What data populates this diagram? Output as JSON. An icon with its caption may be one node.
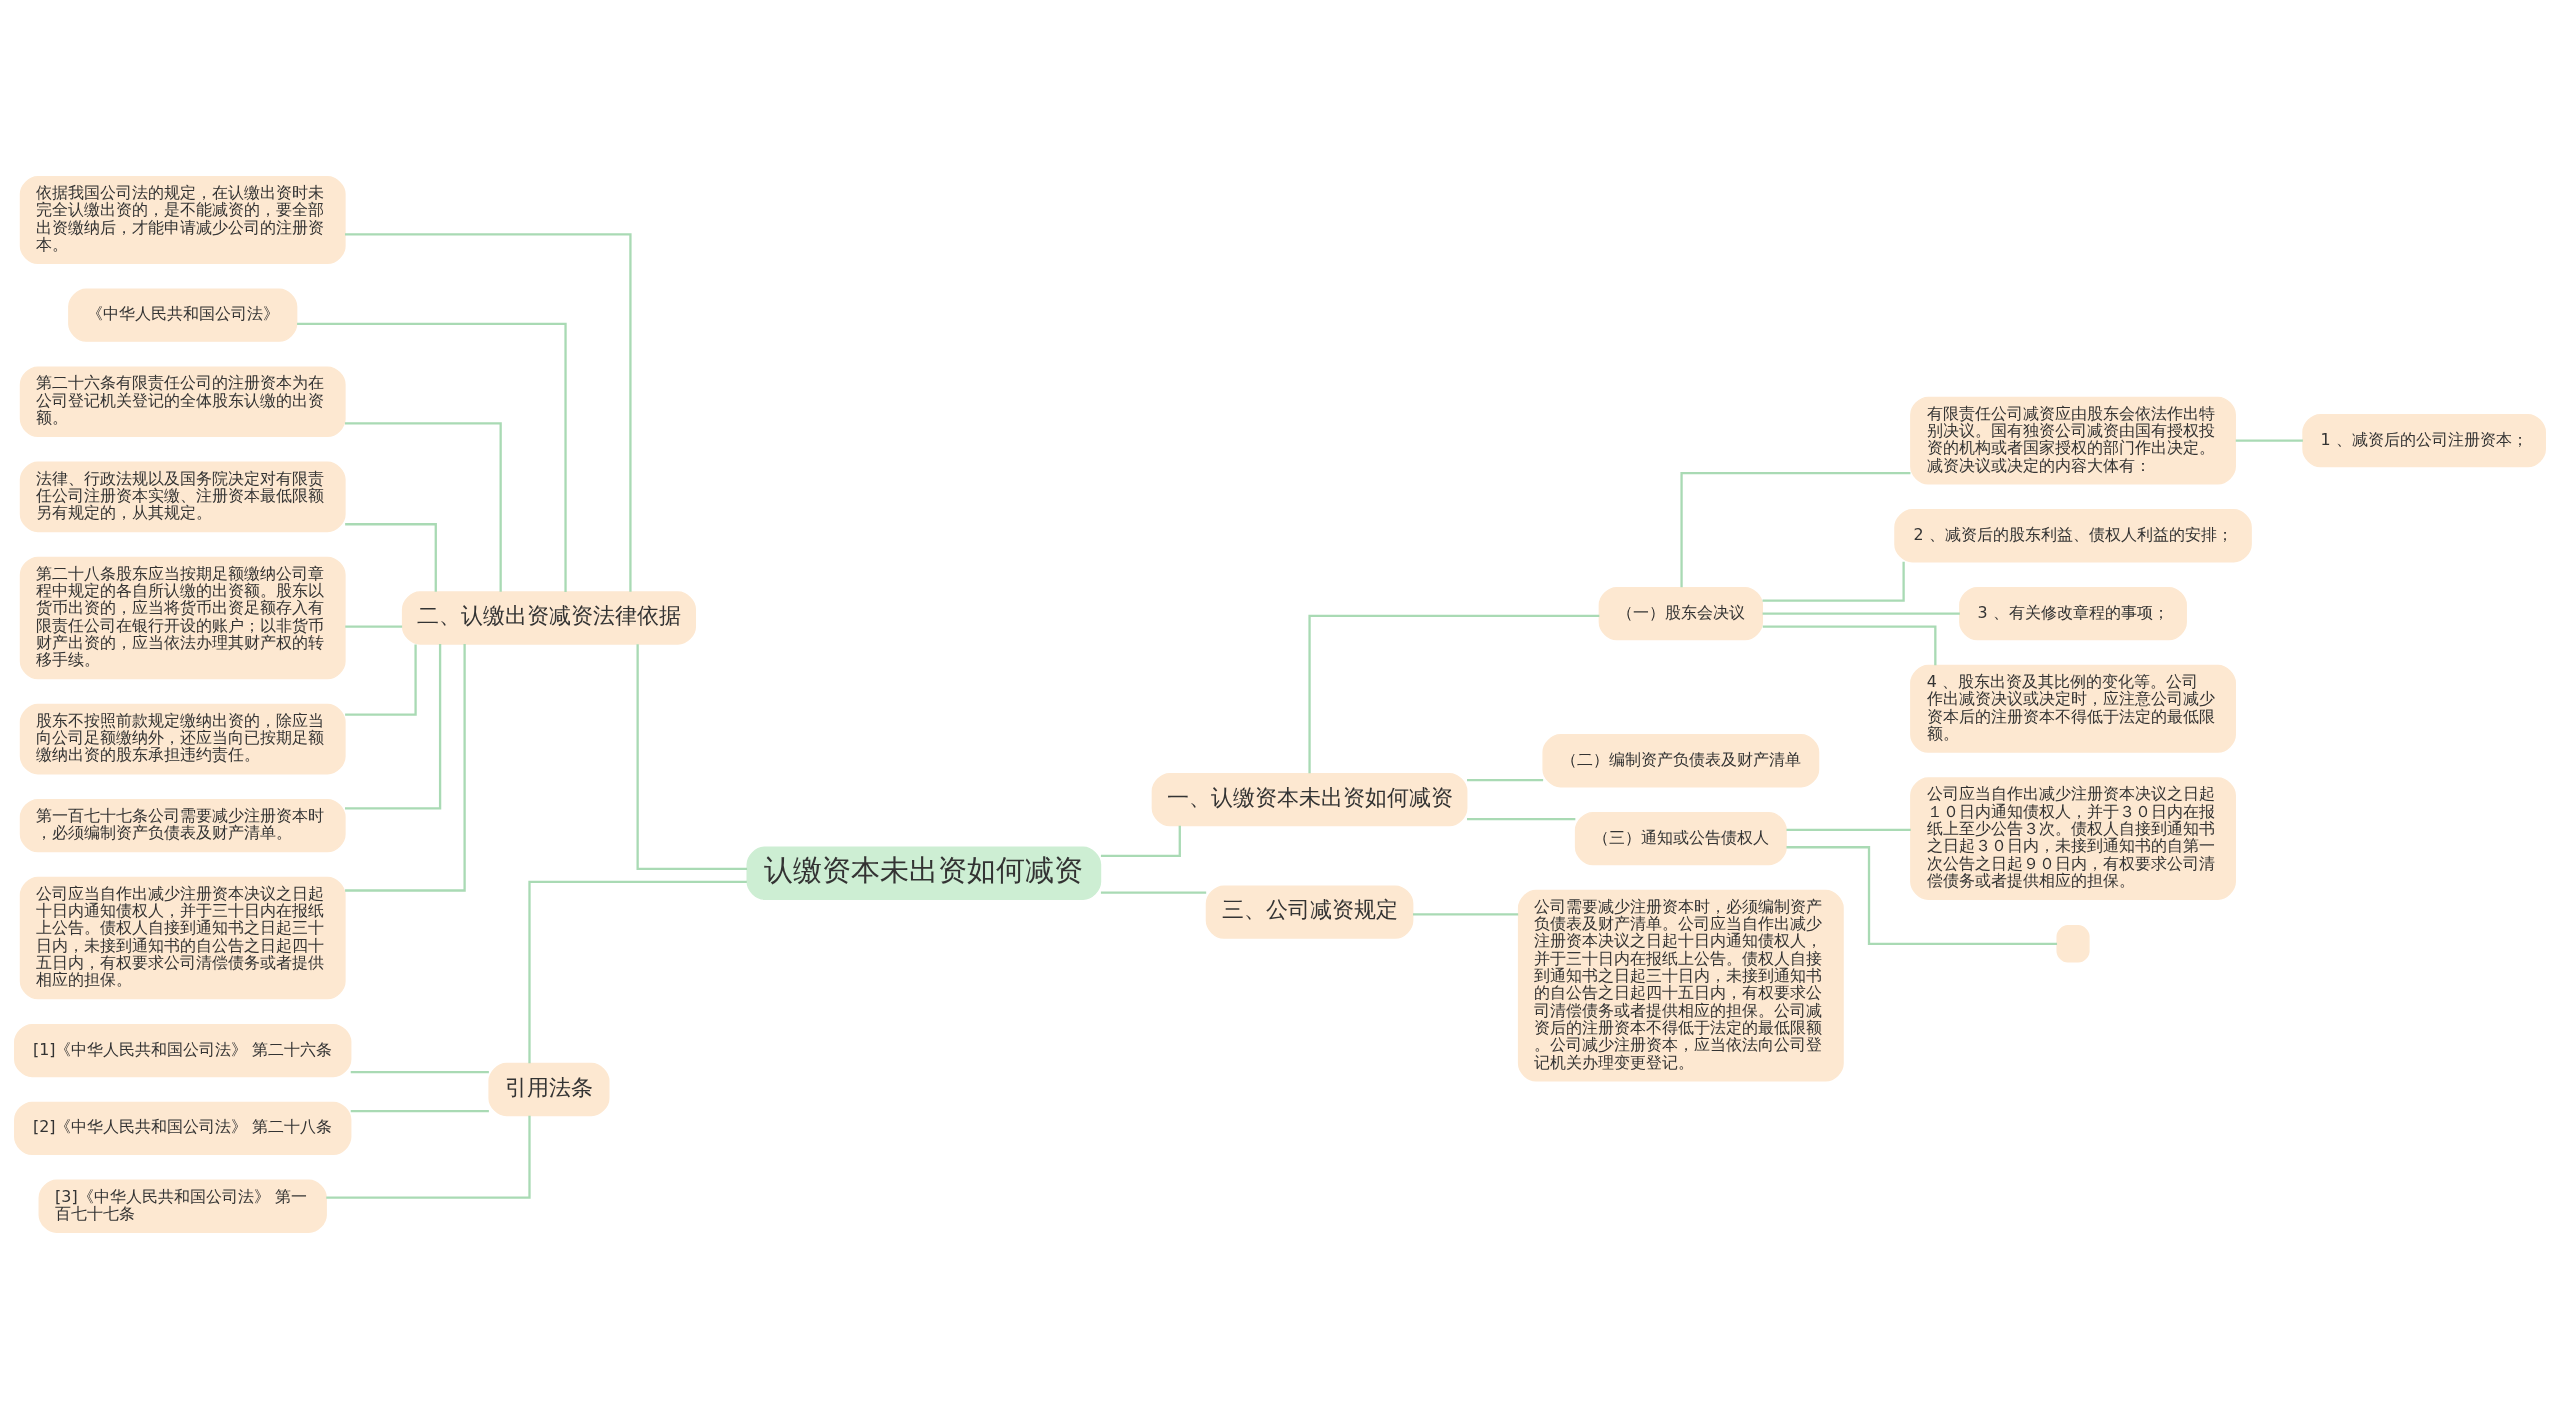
{
  "diagram": {
    "nodes": [
      {
        "text": [
          "认缴资本未出资如何减资"
        ]
      },
      {
        "text": [
          "一、认缴资本未出资如何减资"
        ]
      },
      {
        "text": [
          "（一）股东会决议"
        ]
      },
      {
        "text": [
          "有限责任公司减资应由股东会依法作出特别决议。国有独资公司减资由国有授权投资的机构或者国家授权的部门作出决定。减资决议或决定的内容大体有："
        ]
      },
      {
        "text": [
          "1 、减资后的公司注册资本；"
        ]
      },
      {
        "text": [
          "2 、减资后的股东利益、债权人利益的安排；"
        ]
      },
      {
        "text": [
          "3 、有关修改章程的事项；"
        ]
      },
      {
        "text": [
          "4 、股东出资及其比例的变化等。公司作出减资决议或决定时，应注意公司减少资本后的注册资本不得低于法定的最低限额。"
        ]
      },
      {
        "text": [
          "（二）编制资产负债表及财产清单"
        ]
      },
      {
        "text": [
          "（三）通知或公告债权人"
        ]
      },
      {
        "text": [
          "公司应当自作出减少注册资本决议之日起１０日内通知债权人，并于３０日内在报纸上至少公告３次。债权人自接到通知书之日起３０日内，未接到通知书的自第一次公告之日起９０日内，有权要求公司清偿债务或者提供相应的担保。"
        ]
      },
      {
        "text": [],
        "shape": "box"
      },
      {
        "text": [
          "三、公司减资规定"
        ]
      },
      {
        "text": [
          "公司需要减少注册资本时，必须编制资产负债表及财产清单。公司应当自作出减少注册资本决议之日起十日内通知债权人，并于三十日内在报纸上公告。债权人自接到通知书之日起三十日内，未接到通知书的自公告之日起四十五日内，有权要求公司清偿债务或者提供相应的担保。公司减资后的注册资本不得低于法定的最低限额。公司减少注册资本，应当依法向公司登记机关办理变更登记。"
        ]
      },
      {
        "text": [
          "二、认缴出资减资法律依据"
        ]
      },
      {
        "text": [
          "依据我国公司法的规定，在认缴出资时未完全认缴出资的，是不能减资的，要全部出资缴纳后，才能申请减少公司的注册资本。"
        ]
      },
      {
        "text": [
          "《中华人民共和国公司法》"
        ]
      },
      {
        "text": [
          "第二十六条有限责任公司的注册资本为在公司登记机关登记的全体股东认缴的出资额。"
        ]
      },
      {
        "text": [
          "法律、行政法规以及国务院决定对有限责任公司注册资本实缴、注册资本最低限额另有规定的，从其规定。"
        ]
      },
      {
        "text": [
          "第二十八条股东应当按期足额缴纳公司章程中规定的各自所认缴的出资额。股东以货币出资的，应当将货币出资足额存入有限责任公司在银行开设的账户；以非货币财产出资的，应当依法办理其财产权的转移手续。"
        ]
      },
      {
        "text": [
          "股东不按照前款规定缴纳出资的，除应当向公司足额缴纳外，还应当向已按期足额缴纳出资的股东承担违约责任。"
        ]
      },
      {
        "text": [
          "第一百七十七条公司需要减少注册资本时，必须编制资产负债表及财产清单。"
        ]
      },
      {
        "text": [
          "公司应当自作出减少注册资本决议之日起十日内通知债权人，并于三十日内在报纸上公告。债权人自接到通知书之日起三十日内，未接到通知书的自公告之日起四十五日内，有权要求公司清偿债务或者提供相应的担保。"
        ]
      },
      {
        "text": [
          "引用法条"
        ]
      },
      {
        "text": [
          "[1]《中华人民共和国公司法》 第二十六条"
        ]
      },
      {
        "text": [
          "[2]《中华人民共和国公司法》 第二十八条"
        ]
      },
      {
        "text": [
          "[3]《中华人民共和国公司法》 第一百七十七条"
        ]
      }
    ],
    "edges": [
      {
        "from": 0,
        "to": 1,
        "arrow": "none"
      },
      {
        "from": 1,
        "to": 2,
        "arrow": "none"
      },
      {
        "from": 2,
        "to": 3,
        "arrow": "none"
      },
      {
        "from": 3,
        "to": 4,
        "arrow": "none"
      },
      {
        "from": 2,
        "to": 5,
        "arrow": "none"
      },
      {
        "from": 2,
        "to": 6,
        "arrow": "none"
      },
      {
        "from": 2,
        "to": 7,
        "arrow": "none"
      },
      {
        "from": 1,
        "to": 8,
        "arrow": "none"
      },
      {
        "from": 1,
        "to": 9,
        "arrow": "none"
      },
      {
        "from": 9,
        "to": 10,
        "arrow": "none"
      },
      {
        "from": 9,
        "to": 11,
        "arrow": "none"
      },
      {
        "from": 0,
        "to": 12,
        "arrow": "none"
      },
      {
        "from": 12,
        "to": 13,
        "arrow": "none"
      },
      {
        "from": 0,
        "to": 14,
        "arrow": "none"
      },
      {
        "from": 14,
        "to": 15,
        "arrow": "none"
      },
      {
        "from": 14,
        "to": 16,
        "arrow": "none"
      },
      {
        "from": 14,
        "to": 17,
        "arrow": "none"
      },
      {
        "from": 14,
        "to": 18,
        "arrow": "none"
      },
      {
        "from": 14,
        "to": 19,
        "arrow": "none"
      },
      {
        "from": 14,
        "to": 20,
        "arrow": "none"
      },
      {
        "from": 14,
        "to": 21,
        "arrow": "none"
      },
      {
        "from": 14,
        "to": 22,
        "arrow": "none"
      },
      {
        "from": 0,
        "to": 23,
        "arrow": "none"
      },
      {
        "from": 23,
        "to": 24,
        "arrow": "none"
      },
      {
        "from": 23,
        "to": 25,
        "arrow": "none"
      },
      {
        "from": 23,
        "to": 26,
        "arrow": "none"
      }
    ]
  }
}
